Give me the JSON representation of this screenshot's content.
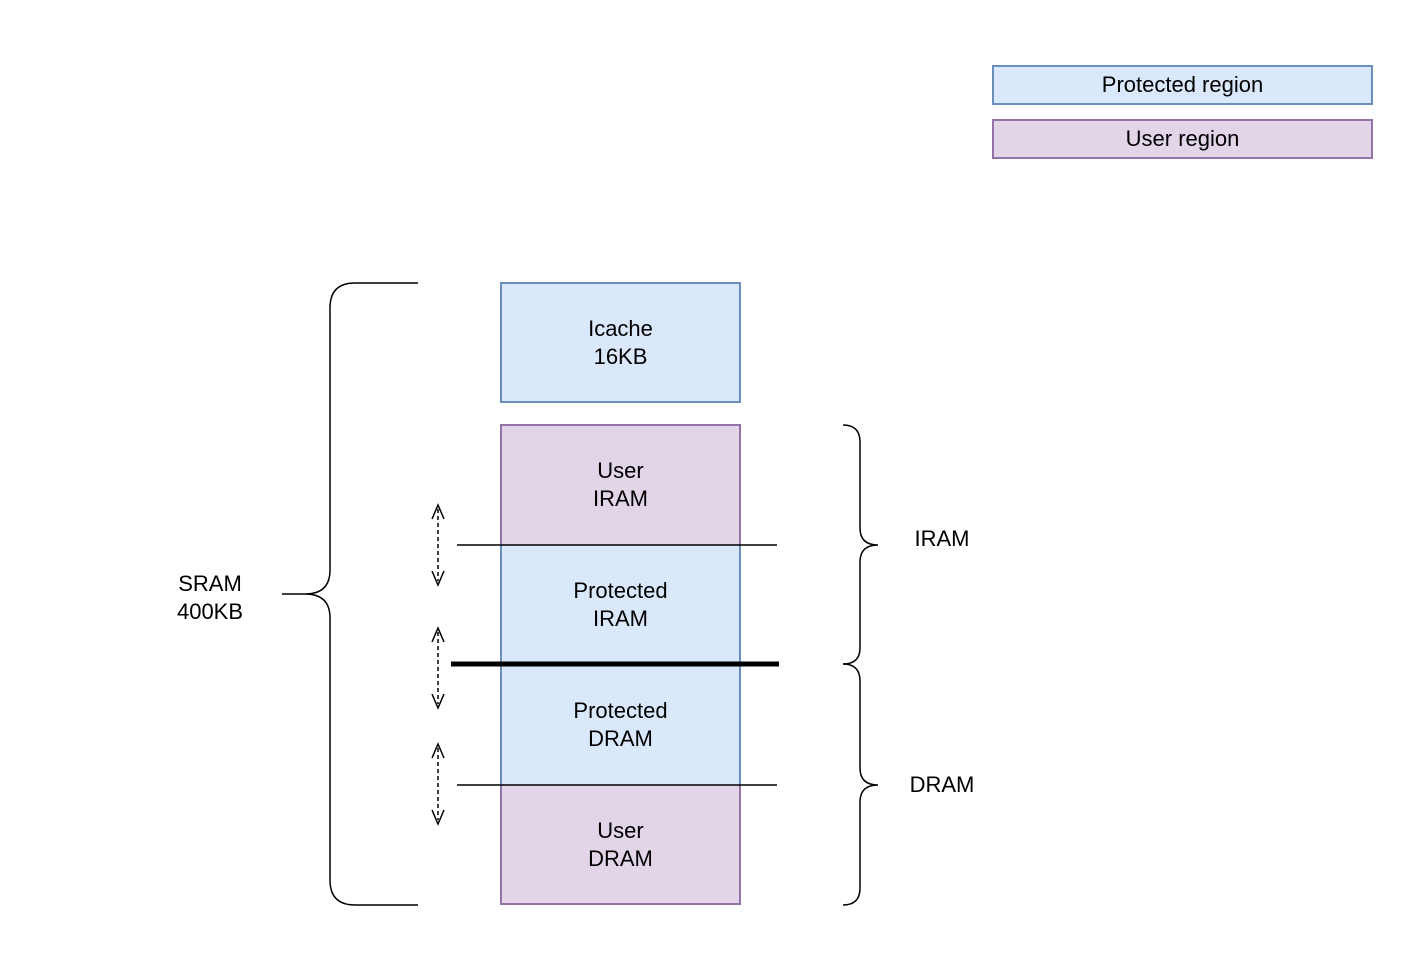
{
  "legend": {
    "protected": {
      "label": "Protected region",
      "fill": "#dae8fc",
      "border": "#6c8ebf"
    },
    "user": {
      "label": "User region",
      "fill": "#e1d5e7",
      "border": "#9673a6"
    }
  },
  "blocks": {
    "icache": {
      "line1": "Icache",
      "line2": "16KB"
    },
    "user_iram": {
      "line1": "User",
      "line2": "IRAM"
    },
    "protected_iram": {
      "line1": "Protected",
      "line2": "IRAM"
    },
    "protected_dram": {
      "line1": "Protected",
      "line2": "DRAM"
    },
    "user_dram": {
      "line1": "User",
      "line2": "DRAM"
    }
  },
  "labels": {
    "sram": {
      "line1": "SRAM",
      "line2": "400KB"
    },
    "iram": "IRAM",
    "dram": "DRAM"
  }
}
